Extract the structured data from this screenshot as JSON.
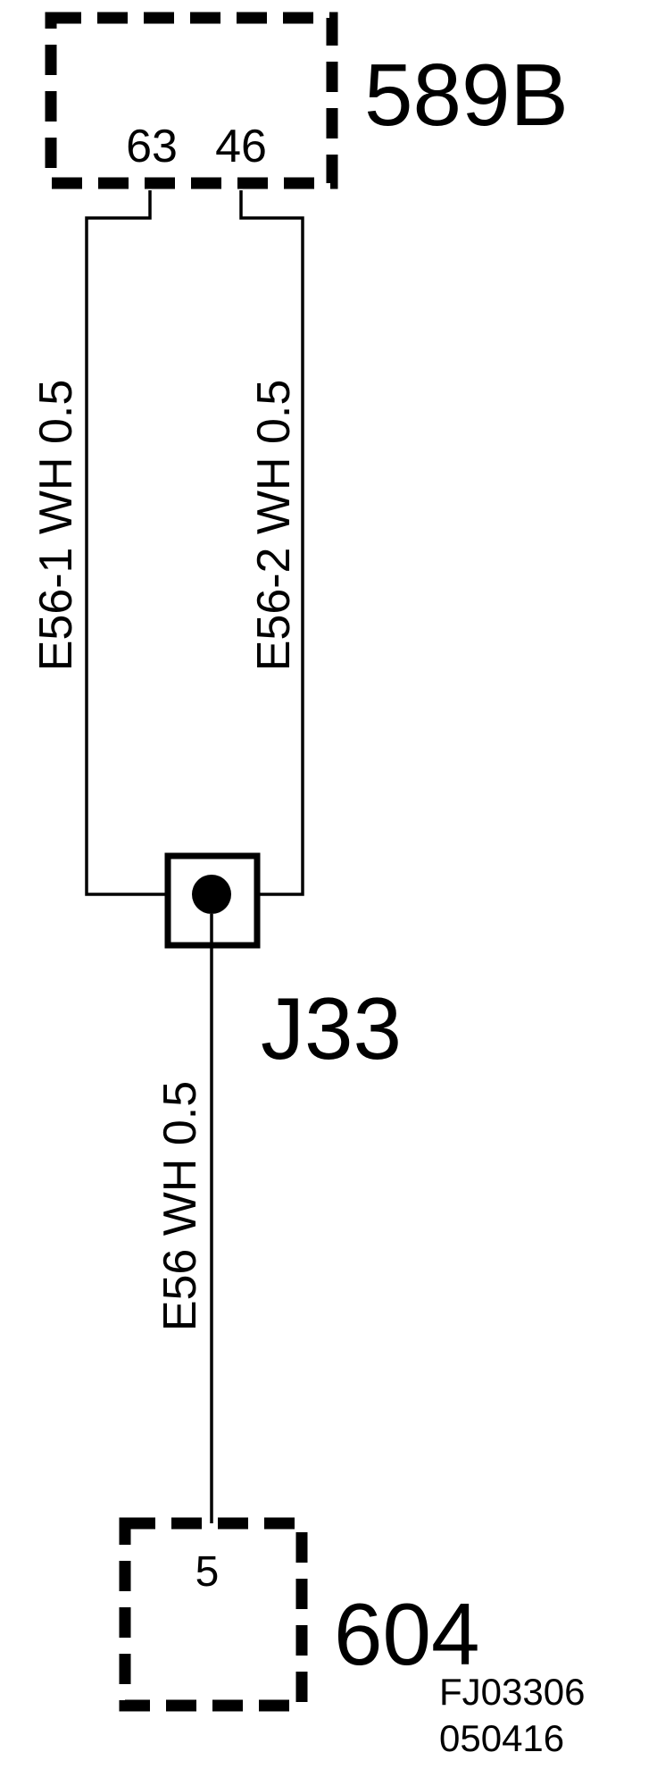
{
  "components": {
    "top": {
      "id": "589B",
      "pins": [
        "63",
        "46"
      ]
    },
    "bottom": {
      "id": "604",
      "pins": [
        "5"
      ]
    }
  },
  "splice": {
    "id": "J33"
  },
  "wires": [
    {
      "label": "E56-1  WH  0.5"
    },
    {
      "label": "E56-2  WH  0.5"
    },
    {
      "label": "E56 WH  0.5"
    }
  ],
  "figure_code": [
    "FJ03306",
    "050416"
  ],
  "colors": {
    "ink": "#000000",
    "background": "#ffffff"
  }
}
